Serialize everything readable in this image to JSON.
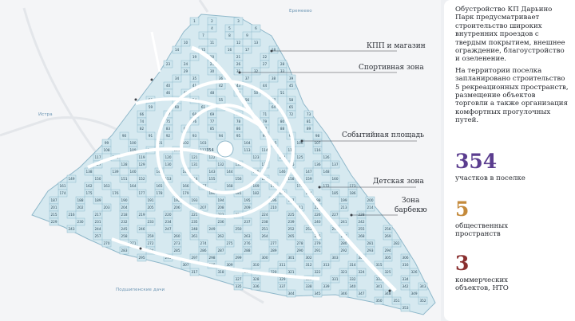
{
  "map": {
    "labels": {
      "kpp": "КПП и магазин",
      "sport": "Спортивная зона",
      "square": "Событийная площадь",
      "kids": "Детская зона",
      "bbq_line1": "Зона",
      "bbq_line2": "барбекю"
    },
    "roads": {
      "top": "Еремеево",
      "left": "Истра",
      "bottom": "Подшипенские дачи"
    },
    "center_plot": "354",
    "plot_numbers": [
      "1",
      "2",
      "3",
      "4",
      "5",
      "6",
      "7",
      "8",
      "9",
      "10",
      "11",
      "12",
      "13",
      "14",
      "15",
      "16",
      "17",
      "18",
      "19",
      "20",
      "21",
      "22",
      "23",
      "24",
      "25",
      "26",
      "27",
      "28",
      "29",
      "30",
      "31",
      "32",
      "33",
      "34",
      "35",
      "36",
      "37",
      "38",
      "39",
      "40",
      "41",
      "42",
      "43",
      "44",
      "45",
      "46",
      "47",
      "48",
      "49",
      "50",
      "51",
      "52",
      "53",
      "54",
      "55",
      "56",
      "57",
      "58",
      "59",
      "60",
      "61",
      "62",
      "63",
      "64",
      "65",
      "66",
      "67",
      "68",
      "69",
      "70",
      "71",
      "72",
      "73",
      "74",
      "75",
      "76",
      "77",
      "78",
      "79",
      "80",
      "81",
      "82",
      "83",
      "84",
      "85",
      "86",
      "87",
      "88",
      "89",
      "90",
      "91",
      "92",
      "93",
      "94",
      "95",
      "96",
      "97",
      "98",
      "99",
      "100",
      "101",
      "102",
      "103",
      "104",
      "105",
      "106",
      "107",
      "108",
      "109",
      "110",
      "111",
      "112",
      "113",
      "114",
      "115",
      "116",
      "117",
      "118",
      "119",
      "120",
      "121",
      "122",
      "123",
      "124",
      "125",
      "126",
      "127",
      "128",
      "129",
      "130",
      "131",
      "132",
      "133",
      "134",
      "135",
      "136",
      "137",
      "138",
      "139",
      "140",
      "141",
      "142",
      "143",
      "144",
      "145",
      "146",
      "147",
      "148",
      "149",
      "150",
      "151",
      "152",
      "153",
      "154",
      "155",
      "156",
      "157",
      "158",
      "159",
      "160",
      "161",
      "162",
      "163",
      "164",
      "165",
      "166",
      "167",
      "168",
      "169",
      "170",
      "171",
      "172",
      "173",
      "174",
      "175",
      "176",
      "177",
      "178",
      "179",
      "180",
      "181",
      "182",
      "183",
      "184",
      "185",
      "186",
      "187",
      "188",
      "189",
      "190",
      "191",
      "192",
      "193",
      "194",
      "195",
      "196",
      "197",
      "198",
      "199",
      "200",
      "201",
      "202",
      "203",
      "204",
      "205",
      "206",
      "207",
      "208",
      "209",
      "210",
      "211",
      "212",
      "213",
      "214",
      "215",
      "216",
      "217",
      "218",
      "219",
      "220",
      "221",
      "222",
      "223",
      "224",
      "225",
      "226",
      "227",
      "228",
      "229",
      "230",
      "231",
      "232",
      "233",
      "234",
      "235",
      "236",
      "237",
      "238",
      "239",
      "240",
      "241",
      "242",
      "243",
      "244",
      "245",
      "246",
      "247",
      "248",
      "249",
      "250",
      "251",
      "252",
      "253",
      "254",
      "255",
      "256",
      "257",
      "258",
      "259",
      "260",
      "261",
      "262",
      "263",
      "264",
      "265",
      "266",
      "267",
      "268",
      "269",
      "270",
      "271",
      "272",
      "273",
      "274",
      "275",
      "276",
      "277",
      "278",
      "279",
      "280",
      "281",
      "282",
      "283",
      "284",
      "285",
      "286",
      "287",
      "288",
      "289",
      "290",
      "291",
      "292",
      "293",
      "294",
      "295",
      "296",
      "297",
      "298",
      "299",
      "300",
      "301",
      "302",
      "303",
      "304",
      "305",
      "306",
      "307",
      "308",
      "309",
      "310",
      "311",
      "312",
      "313",
      "314",
      "315",
      "316",
      "317",
      "318",
      "319",
      "320",
      "321",
      "322",
      "323",
      "324",
      "325",
      "326",
      "327",
      "328",
      "329",
      "330",
      "331",
      "332",
      "333",
      "334",
      "335",
      "336",
      "337",
      "338",
      "339",
      "340",
      "341",
      "342",
      "343",
      "344",
      "345",
      "346",
      "347",
      "348",
      "349",
      "350",
      "351",
      "352",
      "353"
    ],
    "colors": {
      "plot_fill": "#cfe6ee",
      "plot_stroke": "#7fb0c4",
      "road": "#ffffff",
      "outline": "#8fb8ca"
    }
  },
  "panel": {
    "paragraph1": "Обустройство КП Дарьино Парк предусматривает строительство широких внутренних проездов с твердым покрытием, внешнее ограждение, благоустройство и озеленение.",
    "paragraph2": "На территории поселка запланировано строительство 5 рекреационных пространств, размещение объектов торговли а также организация комфортных прогулочных путей.",
    "stats": [
      {
        "value": "354",
        "label": "участков в поселке",
        "color": "#5b3d8f"
      },
      {
        "value": "5",
        "label": "общественных пространств",
        "color": "#c48a3b"
      },
      {
        "value": "3",
        "label": "коммерческих объектов, НТО",
        "color": "#8a2f2f"
      }
    ]
  }
}
